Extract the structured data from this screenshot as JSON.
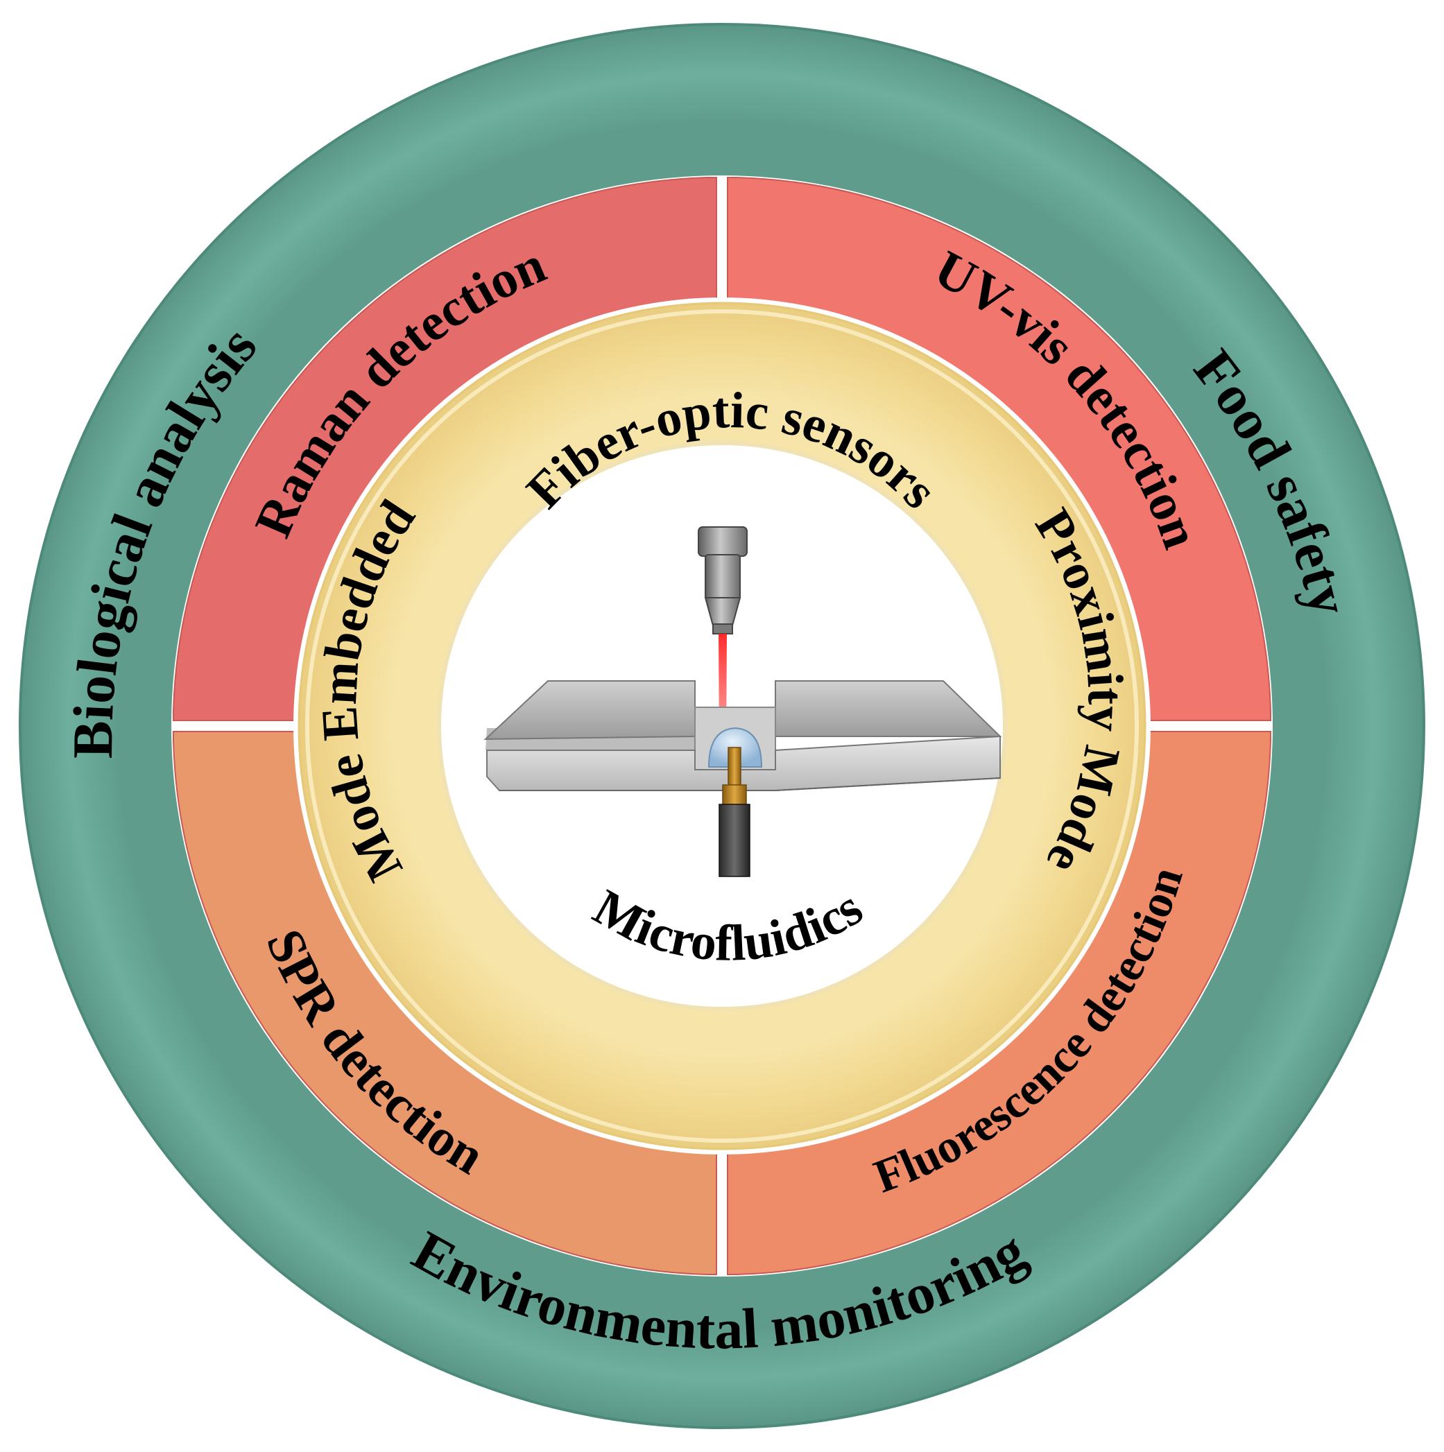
{
  "outer_ring": {
    "color": "#6aa898",
    "labels": {
      "biological": "Biological analysis",
      "food": "Food safety",
      "environmental": "Environmental monitoring"
    }
  },
  "detection_ring": {
    "quadrants": {
      "raman": {
        "label": "Raman detection",
        "color": "#e46c6a"
      },
      "uvvis": {
        "label": "UV-vis detection",
        "color": "#f0766e"
      },
      "spr": {
        "label": "SPR detection",
        "color": "#e8986a"
      },
      "fluorescence": {
        "label": "Fluorescence detection",
        "color": "#ee8c6a"
      }
    }
  },
  "mode_ring": {
    "color": "#f2db96",
    "labels": {
      "embedded": "Mode Embedded",
      "proximity": "Proximity Mode"
    }
  },
  "center": {
    "top_label": "Fiber-optic sensors",
    "bottom_label": "Microfluidics"
  }
}
